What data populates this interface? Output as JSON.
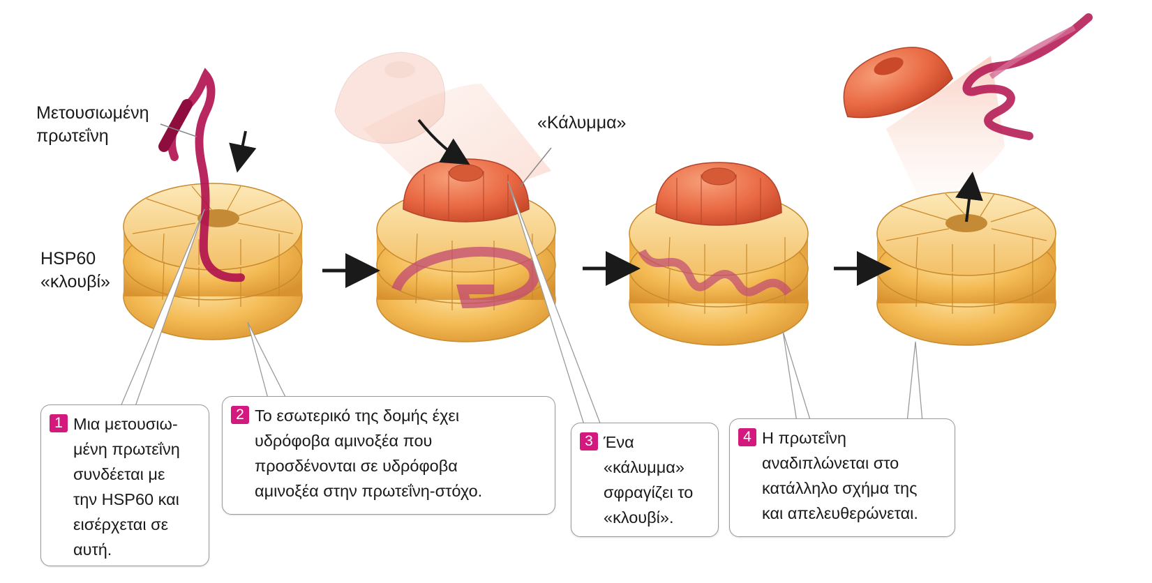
{
  "labels": {
    "translated_protein": "Μετουσιωμένη\nπρωτεΐνη",
    "hsp60_cage": "HSP60\n«κλουβί»",
    "lid": "«Κάλυμμα»"
  },
  "steps": [
    {
      "number": "1",
      "text": "Μια μετουσιω-\nμένη πρωτεΐνη\nσυνδέεται με\nτην HSP60 και\nεισέρχεται σε\nαυτή."
    },
    {
      "number": "2",
      "text": "Το εσωτερικό της δομής έχει\nυδρόφοβα αμινοξέα που\nπροσδένονται σε υδρόφοβα\nαμινοξέα στην πρωτεΐνη-στόχο."
    },
    {
      "number": "3",
      "text": "Ένα\n«κάλυμμα»\nσφραγίζει το\n«κλουβί»."
    },
    {
      "number": "4",
      "text": "Η πρωτεΐνη\nαναδιπλώνεται στο\nκατάλληλο σχήμα της\nκαι απελευθερώνεται."
    }
  ],
  "colors": {
    "cage_fill": "#f2b24a",
    "cage_light": "#fbdc93",
    "cage_line": "#c98a2e",
    "lid_fill": "#e8663f",
    "protein": "#b0104e",
    "badge": "#d3187e",
    "arrow": "#1a1a1a"
  }
}
